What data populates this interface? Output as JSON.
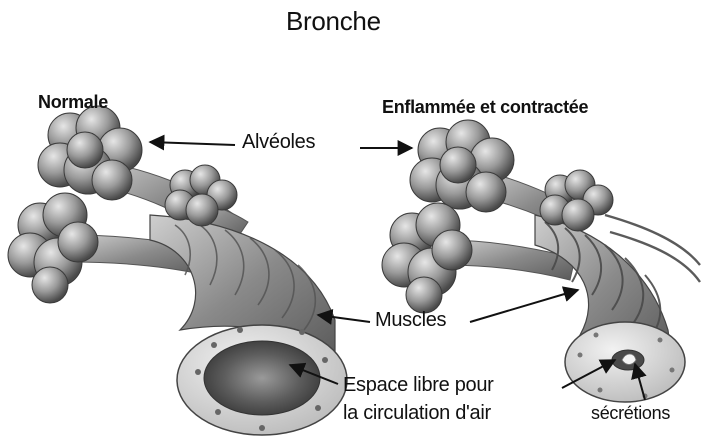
{
  "title": "Bronche",
  "panels": {
    "normal": {
      "label": "Normale"
    },
    "inflamed": {
      "label": "Enflammée et contractée"
    }
  },
  "callouts": {
    "alveoles": "Alvéoles",
    "muscles": "Muscles",
    "espace_line1": "Espace libre pour",
    "espace_line2": "la circulation d'air",
    "secretions": "sécrétions"
  },
  "colors": {
    "alveoli": "#8c8c8c",
    "tube": "#9a9a9a",
    "lumen": "#6e6e6e",
    "ring": "#cfcfcf",
    "ink": "#111111"
  }
}
